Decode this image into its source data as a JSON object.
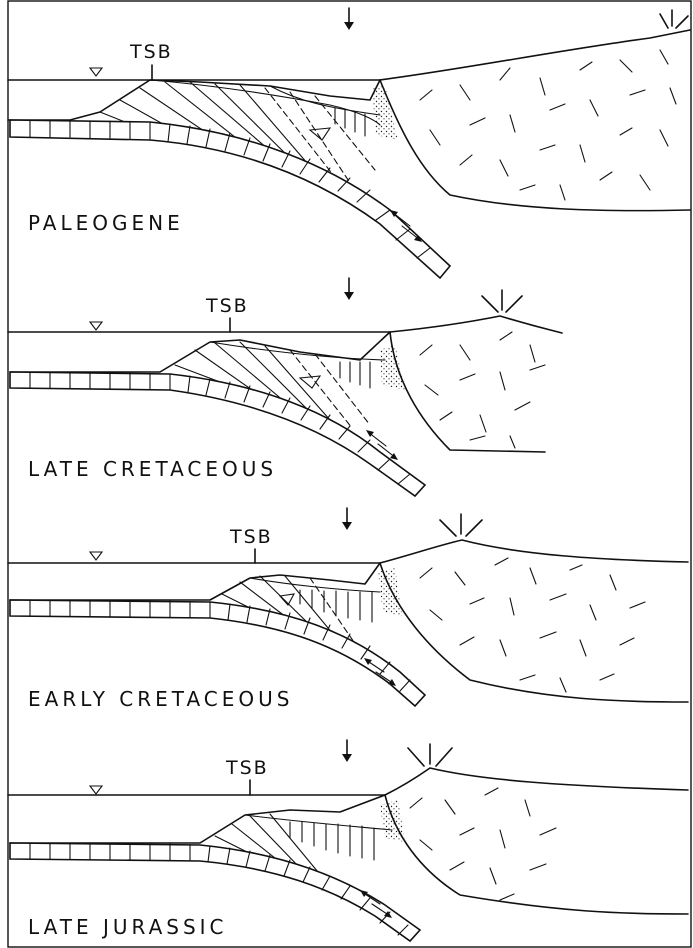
{
  "figure": {
    "panels": [
      {
        "id": "paleogene",
        "label": "PALEOGENE",
        "tsb": "TSB"
      },
      {
        "id": "late-cretaceous",
        "label": "LATE CRETACEOUS",
        "tsb": "TSB"
      },
      {
        "id": "early-cretaceous",
        "label": "EARLY CRETACEOUS",
        "tsb": "TSB"
      },
      {
        "id": "late-jurassic",
        "label": "LATE JURASSIC",
        "tsb": "TSB"
      }
    ]
  }
}
